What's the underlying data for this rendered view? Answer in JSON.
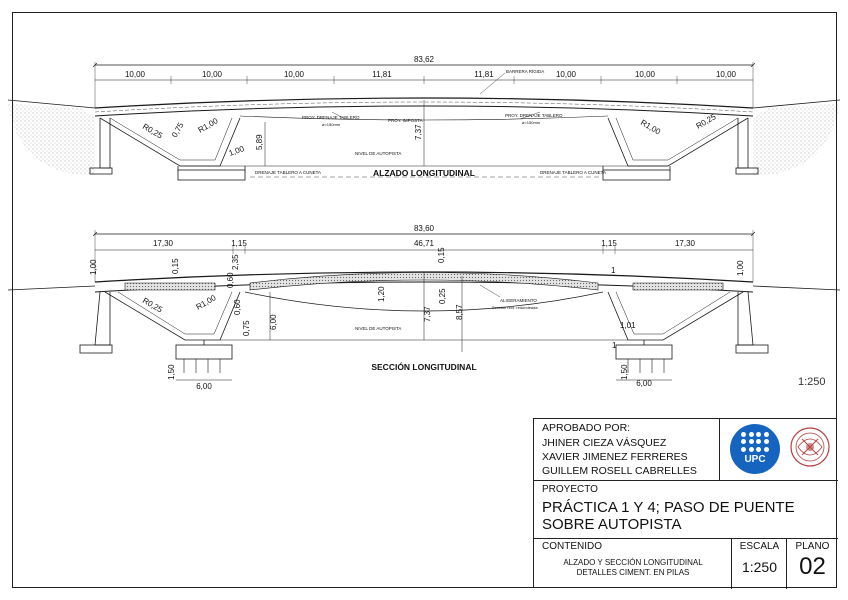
{
  "drawing": {
    "elevation": {
      "title": "ALZADO LONGITUDINAL",
      "total_dim": "83,62",
      "span_dims": [
        "10,00",
        "10,00",
        "10,00",
        "11,81",
        "11,81",
        "10,00",
        "10,00",
        "10,00"
      ],
      "notes": {
        "barrier": "BARRERA RÍGIDA",
        "drain_left": "PROY. DRENAJE TABLERO",
        "drain_left_sub": "ø=150mm",
        "drain_right": "PROY. DRENAJE TABLERO",
        "drain_right_sub": "ø=150mm",
        "imposta": "PROY. IMPOSTA",
        "road_level": "NIVEL DE AUTOPISTA",
        "cuneta_left": "DRENAJE TABLERO A CUNETA",
        "cuneta_right": "DRENAJE TABLERO A CUNETA"
      },
      "radius_labels": [
        "R0,25",
        "R1,00",
        "R1,00",
        "R0,25"
      ],
      "dim_labels": [
        "0,75",
        "1,00",
        "5,89",
        "7,37"
      ]
    },
    "section": {
      "title": "SECCIÓN LONGITUDINAL",
      "total_dim": "83,60",
      "span_dims": [
        "17,30",
        "1,15",
        "46,71",
        "1,15",
        "17,30"
      ],
      "notes": {
        "aligeramiento": "ALIGERAMIENTO",
        "aligeramiento_sub": "Sección rect. redondeada",
        "road_level": "NIVEL DE AUTOPISTA"
      },
      "radius_labels": [
        "R0,25",
        "R1,00"
      ],
      "dim_labels": [
        "1,00",
        "0,15",
        "2,35",
        "0,60",
        "0,60",
        "6,00",
        "0,75",
        "1,20",
        "7,37",
        "0,25",
        "8,57",
        "0,15",
        "1",
        "1",
        "1,00",
        "1,01",
        "1,50",
        "1,50"
      ],
      "footing_left": "6,00",
      "footing_right": "6,00"
    },
    "scale_note": "1:250"
  },
  "title_block": {
    "approved_label": "APROBADO POR:",
    "approvers": [
      "JHINER CIEZA VÁSQUEZ",
      "XAVIER JIMENEZ FERRERES",
      "GUILLEM ROSELL CABRELLES"
    ],
    "project_label": "PROYECTO",
    "project_title_1": "PRÁCTICA 1 Y 4; PASO DE PUENTE",
    "project_title_2": "SOBRE AUTOPISTA",
    "content_label": "CONTENIDO",
    "content_1": "ALZADO Y SECCIÓN LONGITUDINAL",
    "content_2": "DETALLES CIMENT. EN PILAS",
    "scale_label": "ESCALA",
    "scale_value": "1:250",
    "sheet_label": "PLANO",
    "sheet_value": "02",
    "logo_text": "UPC"
  },
  "colors": {
    "line": "#1a1a1a",
    "hatch": "#999999",
    "upc_blue": "#1565c0",
    "seal_red": "#b2413e"
  }
}
